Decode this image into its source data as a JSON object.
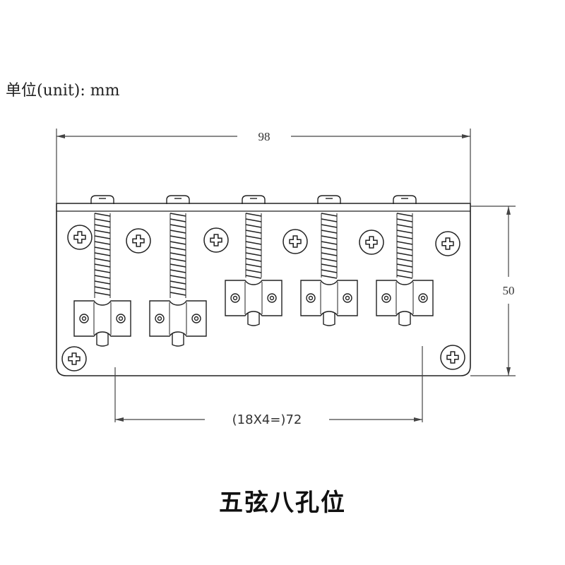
{
  "unit_label": "单位(unit): mm",
  "dimensions": {
    "width": "98",
    "height": "50",
    "hole_span": "(18X4=)72"
  },
  "caption": "五弦八孔位",
  "colors": {
    "line": "#222222",
    "dim_line": "#444444"
  }
}
